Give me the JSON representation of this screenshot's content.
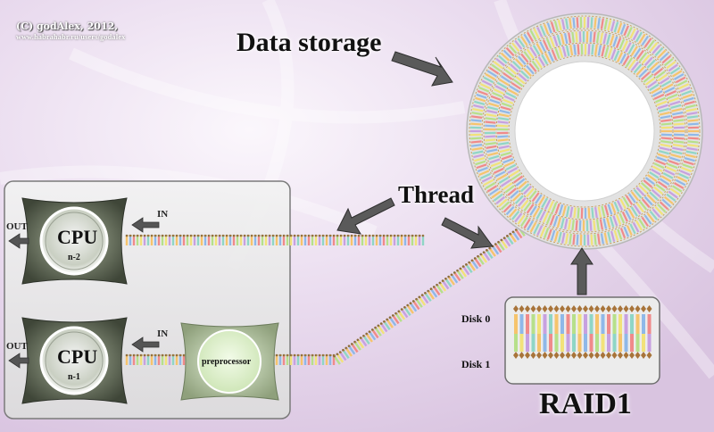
{
  "copyright": {
    "line1": "(C) godAlex, 2012,",
    "line2": "www.habrahabr.ru/users/godalex"
  },
  "labels": {
    "data_storage": "Data storage",
    "thread": "Thread",
    "raid": "RAID1",
    "disk0": "Disk 0",
    "disk1": "Disk 1"
  },
  "cpus": [
    {
      "name": "CPU",
      "sub": "n-2",
      "out": "OUT",
      "in": "IN"
    },
    {
      "name": "CPU",
      "sub": "n-1",
      "out": "OUT",
      "in": "IN"
    }
  ],
  "preprocessor": "preprocessor",
  "colors": {
    "strand": [
      "#f6c46c",
      "#8fb8e8",
      "#f08a8a",
      "#b6e08a",
      "#f2e27a",
      "#c7a0e0",
      "#8fd6c6"
    ],
    "chip": "#6d7560",
    "background": "#efe4f2"
  }
}
